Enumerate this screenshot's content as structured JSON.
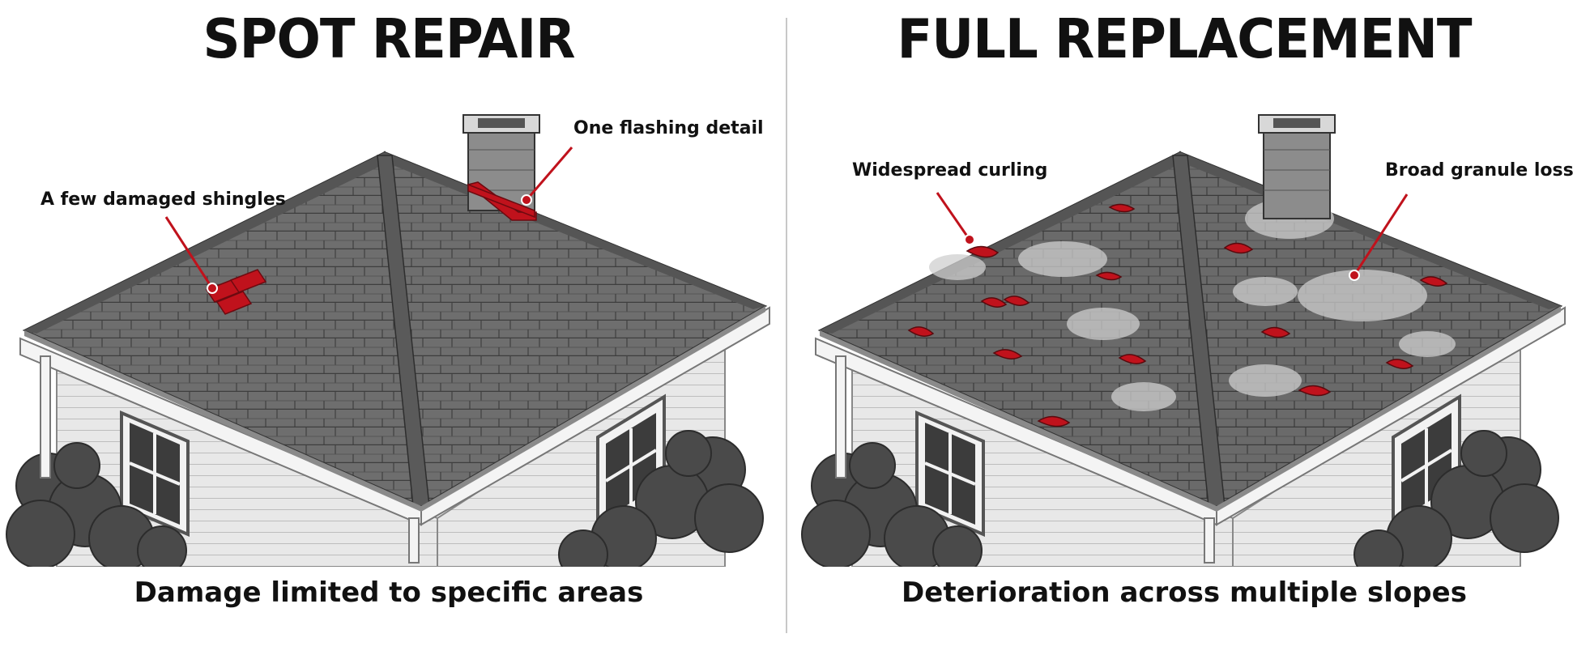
{
  "panels": {
    "left": {
      "title": "SPOT REPAIR",
      "caption": "Damage limited to specific areas",
      "callouts": {
        "shingles": "A few damaged shingles",
        "flashing": "One flashing detail"
      }
    },
    "right": {
      "title": "FULL REPLACEMENT",
      "caption": "Deterioration across multiple slopes",
      "callouts": {
        "curling": "Widespread curling",
        "granule": "Broad granule loss"
      }
    }
  },
  "colors": {
    "damage_red": "#c0121c",
    "roof_gray": "#6e6e6e",
    "siding": "#e6e6e6",
    "shrub": "#4a4a4a"
  }
}
